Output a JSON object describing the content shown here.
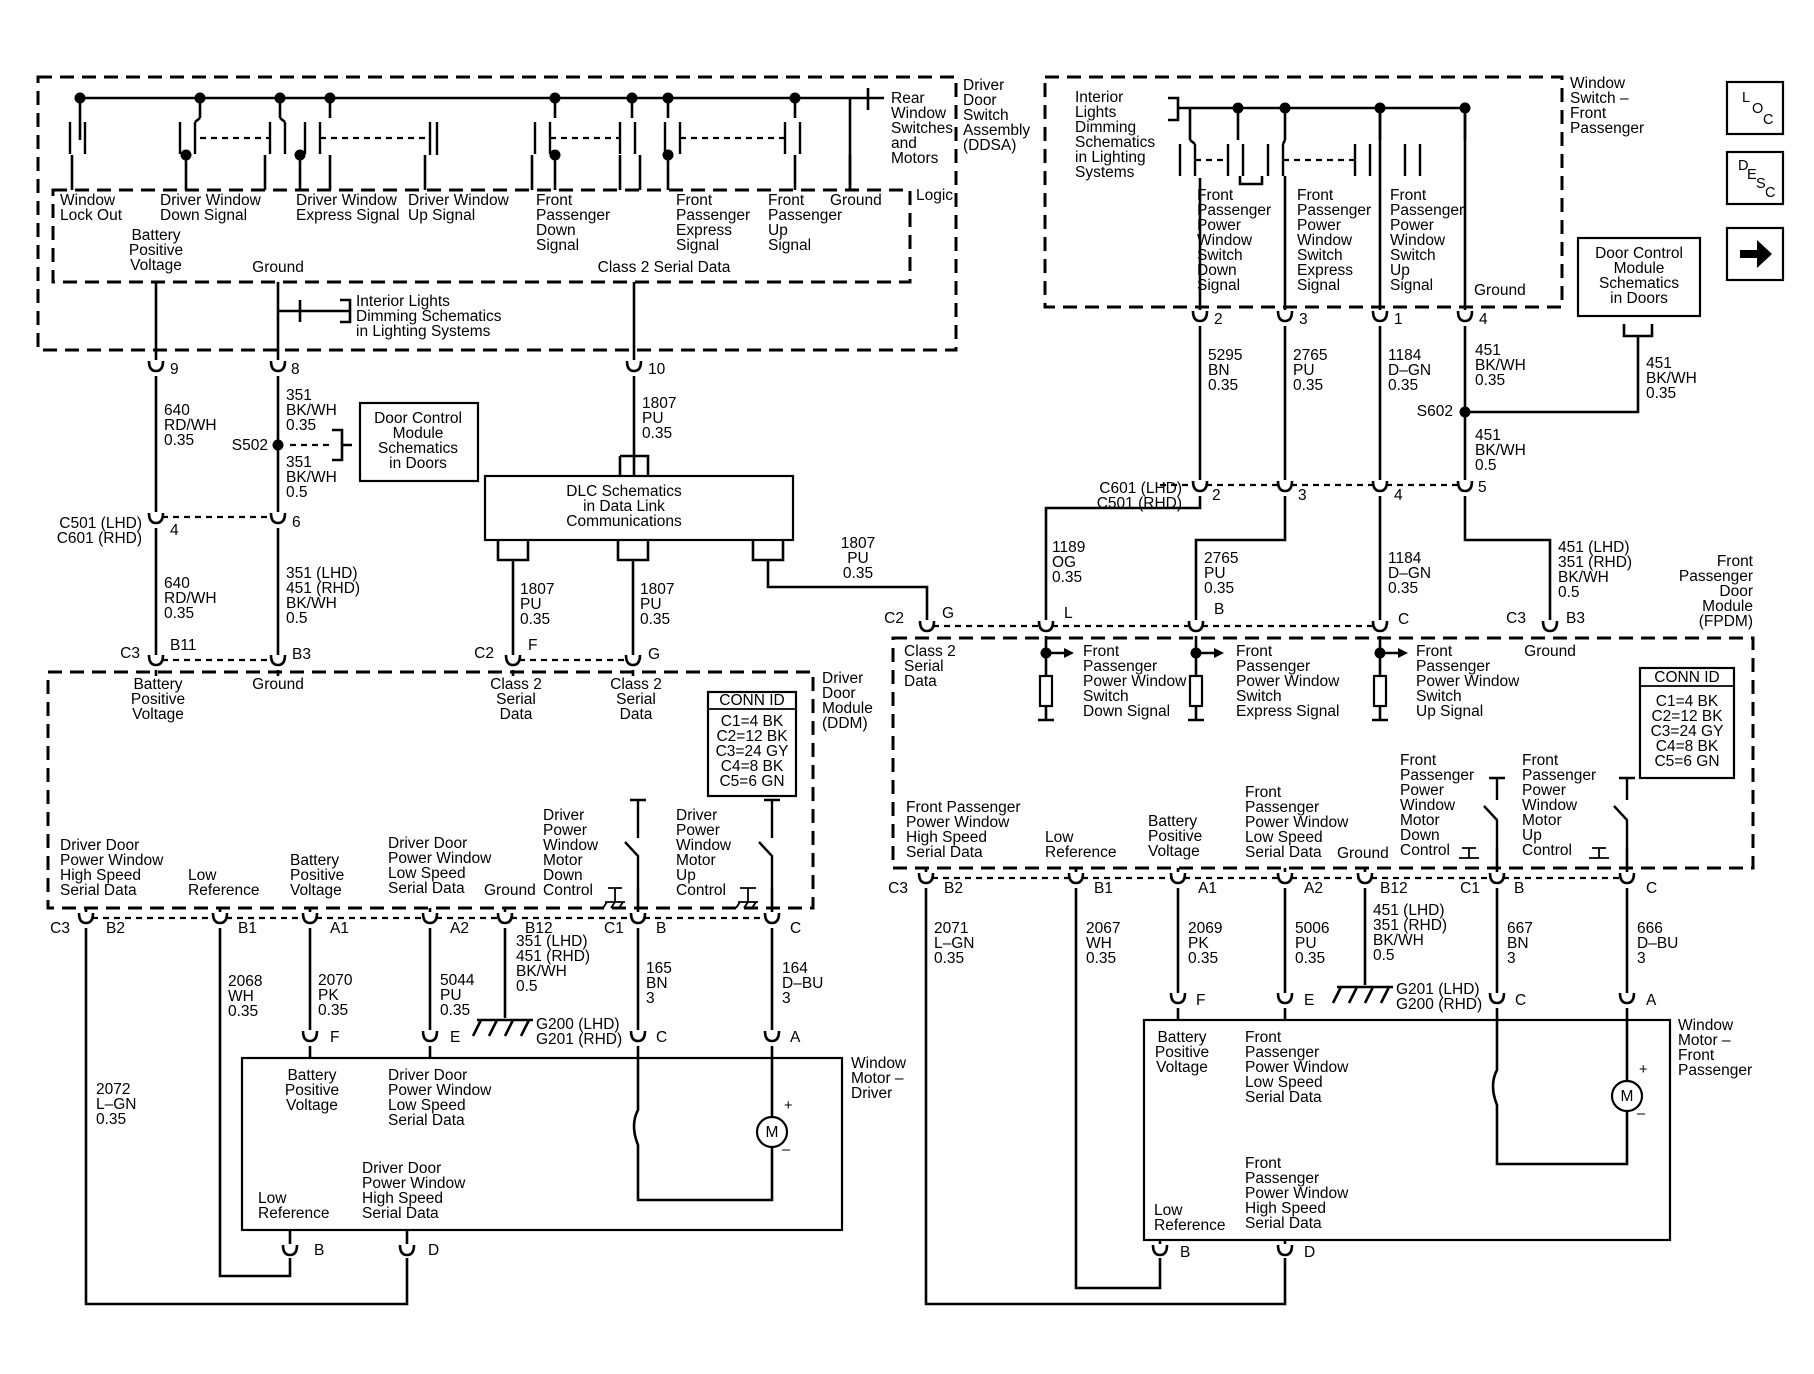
{
  "nav": {
    "loc_icon": "loc-icon",
    "desc_icon": "desc-icon",
    "arrow_icon": "right-arrow-icon"
  },
  "ddsa": {
    "title": [
      "Driver",
      "Door",
      "Switch",
      "Assembly",
      "(DDSA)"
    ],
    "rear_note": [
      "Rear",
      "Window",
      "Switches",
      "and",
      "Motors"
    ],
    "logic": "Logic",
    "signals": {
      "lockout": [
        "Window",
        "Lock Out"
      ],
      "down": [
        "Driver Window",
        "Down Signal"
      ],
      "express": [
        "Driver Window",
        "Express Signal"
      ],
      "up": [
        "Driver Window",
        "Up Signal"
      ],
      "fp_down": [
        "Front",
        "Passenger",
        "Down",
        "Signal"
      ],
      "fp_express": [
        "Front",
        "Passenger",
        "Express",
        "Signal"
      ],
      "fp_up": [
        "Front",
        "Passenger",
        "Up",
        "Signal"
      ],
      "ground": "Ground"
    },
    "bpv": [
      "Battery",
      "Positive",
      "Voltage"
    ],
    "gnd": "Ground",
    "class2": "Class 2 Serial Data",
    "dim_note": [
      "Interior Lights",
      "Dimming Schematics",
      "in Lighting Systems"
    ]
  },
  "ddsa_pins": {
    "p9": "9",
    "p8": "8",
    "p10": "10"
  },
  "ddsa_wires": {
    "w640": [
      "640",
      "RD/WH",
      "0.35"
    ],
    "w351": [
      "351",
      "BK/WH",
      "0.35"
    ],
    "s502": "S502",
    "w351b": [
      "351",
      "BK/WH",
      "0.5"
    ],
    "w1807": [
      "1807",
      "PU",
      "0.35"
    ],
    "dcm_note": [
      "Door Control",
      "Module",
      "Schematics",
      "in Doors"
    ]
  },
  "c501": {
    "name": [
      "C501 (LHD)",
      "C601 (RHD)"
    ],
    "p4": "4",
    "p6": "6",
    "w640": [
      "640",
      "RD/WH",
      "0.35"
    ],
    "w351": [
      "351 (LHD)",
      "451 (RHD)",
      "BK/WH",
      "0.5"
    ]
  },
  "dlc": {
    "box": [
      "DLC Schematics",
      "in Data Link",
      "Communications"
    ],
    "wf": [
      "1807",
      "PU",
      "0.35"
    ],
    "wg": [
      "1807",
      "PU",
      "0.35"
    ],
    "wr": [
      "1807",
      "PU",
      "0.35"
    ]
  },
  "ddm": {
    "title": [
      "Driver",
      "Door",
      "Module",
      "(DDM)"
    ],
    "c3": "C3",
    "b11": "B11",
    "b3": "B3",
    "c2": "C2",
    "f": "F",
    "g": "G",
    "bpv": [
      "Battery",
      "Positive",
      "Voltage"
    ],
    "gnd": "Ground",
    "cs2a": [
      "Class 2",
      "Serial",
      "Data"
    ],
    "cs2b": [
      "Class 2",
      "Serial",
      "Data"
    ],
    "conn_title": "CONN ID",
    "conn": [
      "C1=4 BK",
      "C2=12 BK",
      "C3=24 GY",
      "C4=8 BK",
      "C5=6 GN"
    ],
    "bottom": {
      "hs": [
        "Driver Door",
        "Power Window",
        "High Speed",
        "Serial Data"
      ],
      "lowref": [
        "Low",
        "Reference"
      ],
      "bpv": [
        "Battery",
        "Positive",
        "Voltage"
      ],
      "ls": [
        "Driver Door",
        "Power Window",
        "Low Speed",
        "Serial Data"
      ],
      "gnd": "Ground",
      "down": [
        "Driver",
        "Power",
        "Window",
        "Motor",
        "Down",
        "Control"
      ],
      "up": [
        "Driver",
        "Power",
        "Window",
        "Motor",
        "Up",
        "Control"
      ]
    },
    "pins": {
      "c3": "C3",
      "b2": "B2",
      "b1": "B1",
      "a1": "A1",
      "a2": "A2",
      "b12": "B12",
      "c1": "C1",
      "b": "B",
      "c": "C"
    }
  },
  "ddm_wires": {
    "w2072": [
      "2072",
      "L–GN",
      "0.35"
    ],
    "w2068": [
      "2068",
      "WH",
      "0.35"
    ],
    "w2070": [
      "2070",
      "PK",
      "0.35"
    ],
    "w5044": [
      "5044",
      "PU",
      "0.35"
    ],
    "wgnd": [
      "351 (LHD)",
      "451 (RHD)",
      "BK/WH",
      "0.5"
    ],
    "w165": [
      "165",
      "BN",
      "3"
    ],
    "w164": [
      "164",
      "D–BU",
      "3"
    ],
    "g200": [
      "G200 (LHD)",
      "G201 (RHD)"
    ]
  },
  "motor_driver": {
    "title": [
      "Window",
      "Motor –",
      "Driver"
    ],
    "pins": {
      "f": "F",
      "e": "E",
      "c": "C",
      "a": "A",
      "b": "B",
      "d": "D"
    },
    "bpv": [
      "Battery",
      "Positive",
      "Voltage"
    ],
    "ls": [
      "Driver Door",
      "Power Window",
      "Low Speed",
      "Serial Data"
    ],
    "hs": [
      "Driver Door",
      "Power Window",
      "High Speed",
      "Serial Data"
    ],
    "lowref": [
      "Low",
      "Reference"
    ],
    "m": "M",
    "plus": "+",
    "minus": "–"
  },
  "fpsw": {
    "title": [
      "Window",
      "Switch –",
      "Front",
      "Passenger"
    ],
    "dim_note": [
      "Interior",
      "Lights",
      "Dimming",
      "Schematics",
      "in Lighting",
      "Systems"
    ],
    "down": [
      "Front",
      "Passenger",
      "Power",
      "Window",
      "Switch",
      "Down",
      "Signal"
    ],
    "express": [
      "Front",
      "Passenger",
      "Power",
      "Window",
      "Switch",
      "Express",
      "Signal"
    ],
    "up": [
      "Front",
      "Passenger",
      "Power",
      "Window",
      "Switch",
      "Up",
      "Signal"
    ],
    "gnd": "Ground",
    "pins": {
      "p2": "2",
      "p3": "3",
      "p1": "1",
      "p4": "4"
    }
  },
  "fpsw_wires": {
    "w5295": [
      "5295",
      "BN",
      "0.35"
    ],
    "w2765": [
      "2765",
      "PU",
      "0.35"
    ],
    "w1184": [
      "1184",
      "D–GN",
      "0.35"
    ],
    "w451": [
      "451",
      "BK/WH",
      "0.35"
    ],
    "s602": "S602",
    "w451b": [
      "451",
      "BK/WH",
      "0.5"
    ],
    "w451r": [
      "451",
      "BK/WH",
      "0.35"
    ],
    "dcm_note": [
      "Door Control",
      "Module",
      "Schematics",
      "in Doors"
    ]
  },
  "c601": {
    "name": [
      "C601 (LHD)",
      "C501 (RHD)"
    ],
    "p2": "2",
    "p3": "3",
    "p4": "4",
    "p5": "5",
    "w1189": [
      "1189",
      "OG",
      "0.35"
    ],
    "w2765": [
      "2765",
      "PU",
      "0.35"
    ],
    "w1184": [
      "1184",
      "D–GN",
      "0.35"
    ],
    "w451": [
      "451 (LHD)",
      "351 (RHD)",
      "BK/WH",
      "0.5"
    ],
    "w1807": [
      "1807",
      "PU",
      "0.35"
    ]
  },
  "fpdm": {
    "title": [
      "Front",
      "Passenger",
      "Door",
      "Module",
      "(FPDM)"
    ],
    "c2": "C2",
    "g": "G",
    "l": "L",
    "b": "B",
    "c": "C",
    "c3": "C3",
    "b3": "B3",
    "cs2": [
      "Class 2",
      "Serial",
      "Data"
    ],
    "down": [
      "Front",
      "Passenger",
      "Power Window",
      "Switch",
      "Down Signal"
    ],
    "express": [
      "Front",
      "Passenger",
      "Power Window",
      "Switch",
      "Express Signal"
    ],
    "up": [
      "Front",
      "Passenger",
      "Power Window",
      "Switch",
      "Up Signal"
    ],
    "gnd": "Ground",
    "conn_title": "CONN ID",
    "conn": [
      "C1=4 BK",
      "C2=12 BK",
      "C3=24 GY",
      "C4=8 BK",
      "C5=6 GN"
    ],
    "bottom": {
      "hs": [
        "Front Passenger",
        "Power Window",
        "High Speed",
        "Serial Data"
      ],
      "lowref": [
        "Low",
        "Reference"
      ],
      "bpv": [
        "Battery",
        "Positive",
        "Voltage"
      ],
      "ls": [
        "Front",
        "Passenger",
        "Power Window",
        "Low Speed",
        "Serial Data"
      ],
      "gnd": "Ground",
      "down": [
        "Front",
        "Passenger",
        "Power",
        "Window",
        "Motor",
        "Down",
        "Control"
      ],
      "up": [
        "Front",
        "Passenger",
        "Power",
        "Window",
        "Motor",
        "Up",
        "Control"
      ]
    },
    "pins": {
      "c3": "C3",
      "b2": "B2",
      "b1": "B1",
      "a1": "A1",
      "a2": "A2",
      "b12": "B12",
      "c1": "C1",
      "b": "B",
      "c": "C"
    }
  },
  "fpdm_wires": {
    "w2071": [
      "2071",
      "L–GN",
      "0.35"
    ],
    "w2067": [
      "2067",
      "WH",
      "0.35"
    ],
    "w2069": [
      "2069",
      "PK",
      "0.35"
    ],
    "w5006": [
      "5006",
      "PU",
      "0.35"
    ],
    "wgnd": [
      "451 (LHD)",
      "351 (RHD)",
      "BK/WH",
      "0.5"
    ],
    "w667": [
      "667",
      "BN",
      "3"
    ],
    "w666": [
      "666",
      "D–BU",
      "3"
    ],
    "g201": [
      "G201 (LHD)",
      "G200 (RHD)"
    ]
  },
  "motor_fp": {
    "title": [
      "Window",
      "Motor –",
      "Front",
      "Passenger"
    ],
    "pins": {
      "f": "F",
      "e": "E",
      "c": "C",
      "a": "A",
      "b": "B",
      "d": "D"
    },
    "bpv": [
      "Battery",
      "Positive",
      "Voltage"
    ],
    "ls": [
      "Front",
      "Passenger",
      "Power Window",
      "Low Speed",
      "Serial Data"
    ],
    "hs": [
      "Front",
      "Passenger",
      "Power Window",
      "High Speed",
      "Serial Data"
    ],
    "lowref": [
      "Low",
      "Reference"
    ],
    "m": "M",
    "plus": "+",
    "minus": "–"
  }
}
